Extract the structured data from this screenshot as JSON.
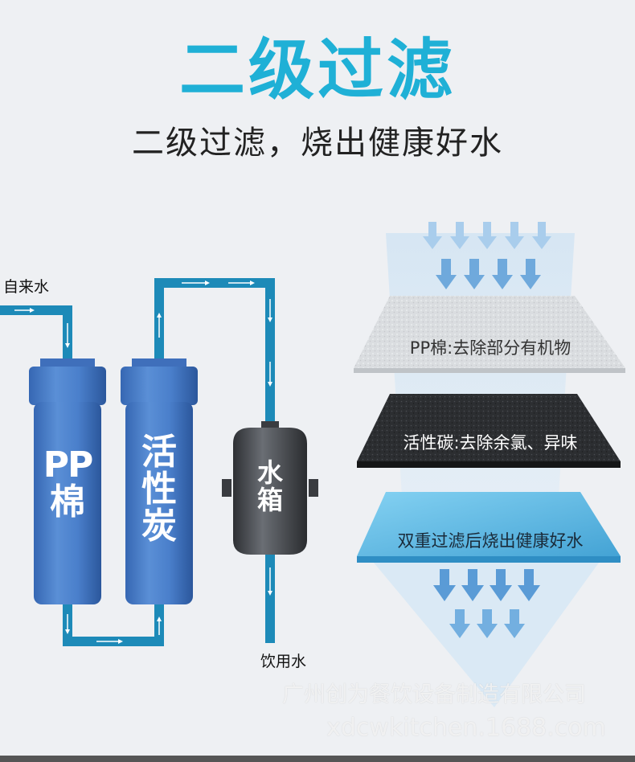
{
  "header": {
    "title": "二级过滤",
    "subtitle": "二级过滤，烧出健康好水"
  },
  "flow": {
    "inlet_label": "自来水",
    "outlet_label": "饮用水",
    "units": [
      {
        "id": "pp",
        "label_line1": "PP",
        "label_line2": "棉"
      },
      {
        "id": "carbon",
        "label_line1": "活",
        "label_line2": "性",
        "label_line3": "炭"
      },
      {
        "id": "tank",
        "label_line1": "水",
        "label_line2": "箱"
      }
    ],
    "pipe_color": "#1d8ab8"
  },
  "layers": [
    {
      "text": "PP棉:去除部分有机物",
      "color": "#d9dcdf"
    },
    {
      "text": "活性碳:去除余氯、异味",
      "color": "#2b2d30"
    },
    {
      "text": "双重过滤后烧出健康好水",
      "color": "#56b4e0"
    }
  ],
  "watermark": {
    "company": "广州创为餐饮设备制造有限公司",
    "site": "xdcwkitchen.1688.com"
  }
}
